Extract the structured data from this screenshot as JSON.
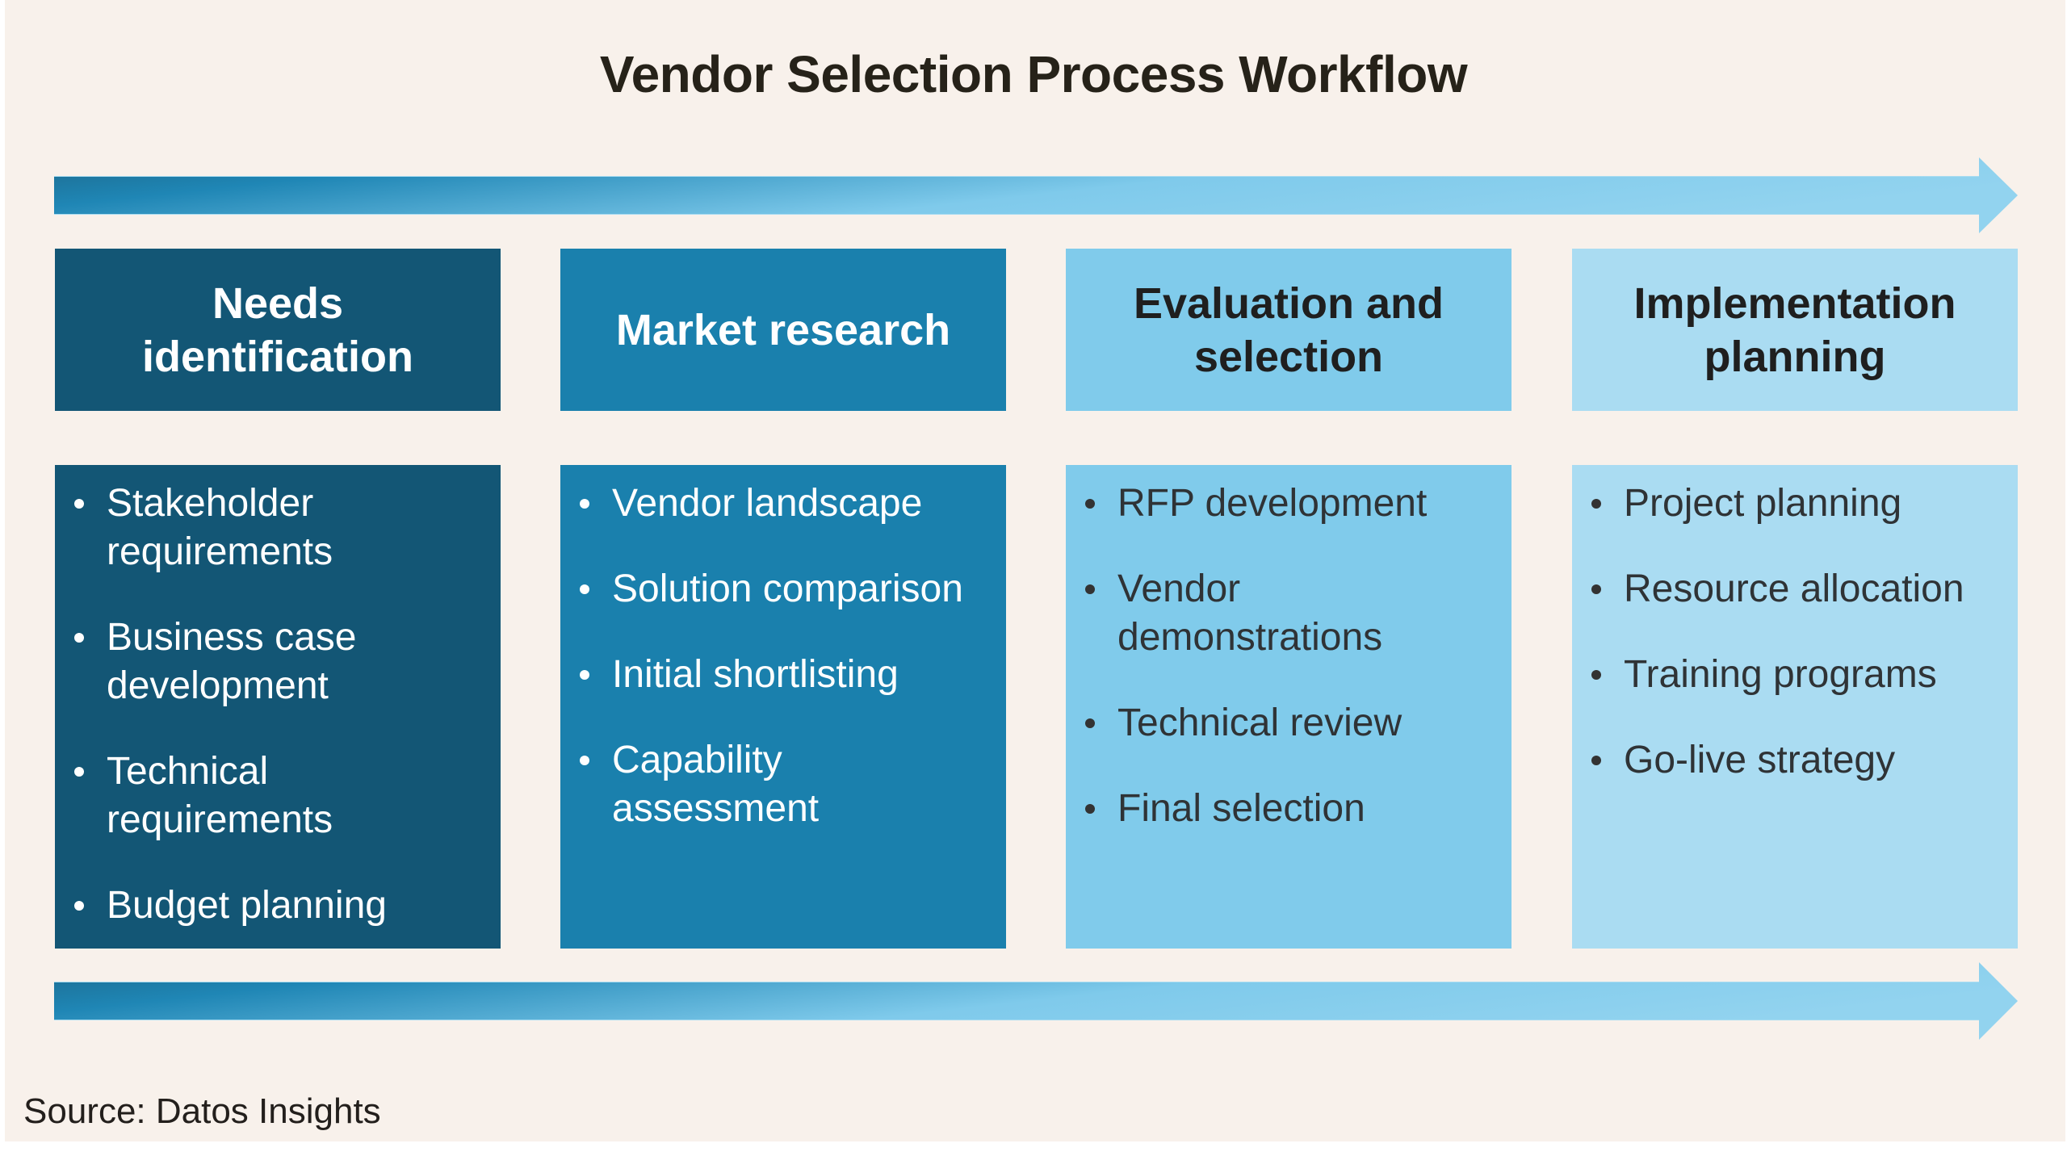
{
  "title": "Vendor Selection Process Workflow",
  "colors": {
    "background": "#f8f1eb",
    "stage1": "#135675",
    "stage2": "#1a80ad",
    "stage3": "#80cbeb",
    "stage4": "#aadcf2",
    "arrow_start": "#1c6a8e",
    "arrow_end": "#8fd2ef"
  },
  "stages": [
    {
      "title": "Needs identification",
      "items": [
        "Stakeholder requirements",
        "Business case development",
        "Technical requirements",
        "Budget planning"
      ]
    },
    {
      "title": "Market research",
      "items": [
        "Vendor landscape",
        "Solution comparison",
        "Initial shortlisting",
        "Capability assessment"
      ]
    },
    {
      "title": "Evaluation and selection",
      "items": [
        "RFP development",
        "Vendor demonstrations",
        "Technical review",
        "Final selection"
      ]
    },
    {
      "title": "Implementation planning",
      "items": [
        "Project planning",
        "Resource allocation",
        "Training programs",
        "Go-live strategy"
      ]
    }
  ],
  "source": "Source: Datos Insights"
}
